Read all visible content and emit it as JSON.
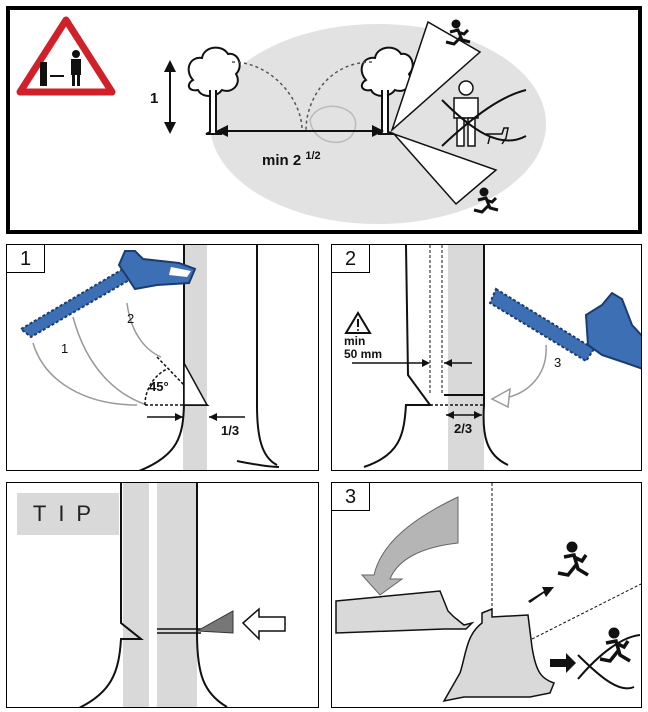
{
  "panel_top": {
    "height_label": "1",
    "distance_label": "min 2",
    "distance_frac": "1/2"
  },
  "panel_1": {
    "number": "1",
    "cut_label_1": "1",
    "cut_label_2": "2",
    "angle_label": "45°",
    "depth_frac": "1/3"
  },
  "panel_2": {
    "number": "2",
    "hinge_label_line1": "min",
    "hinge_label_line2": "50 mm",
    "cut_label_3": "3",
    "depth_frac": "2/3"
  },
  "panel_tip": {
    "title": "TIP"
  },
  "panel_3": {
    "number": "3"
  },
  "colors": {
    "saw_blue": "#3d6fb5",
    "fall_zone_grey": "#e2e2e2",
    "trunk_grey": "#d9d9d9",
    "warning_red": "#d0202a"
  }
}
